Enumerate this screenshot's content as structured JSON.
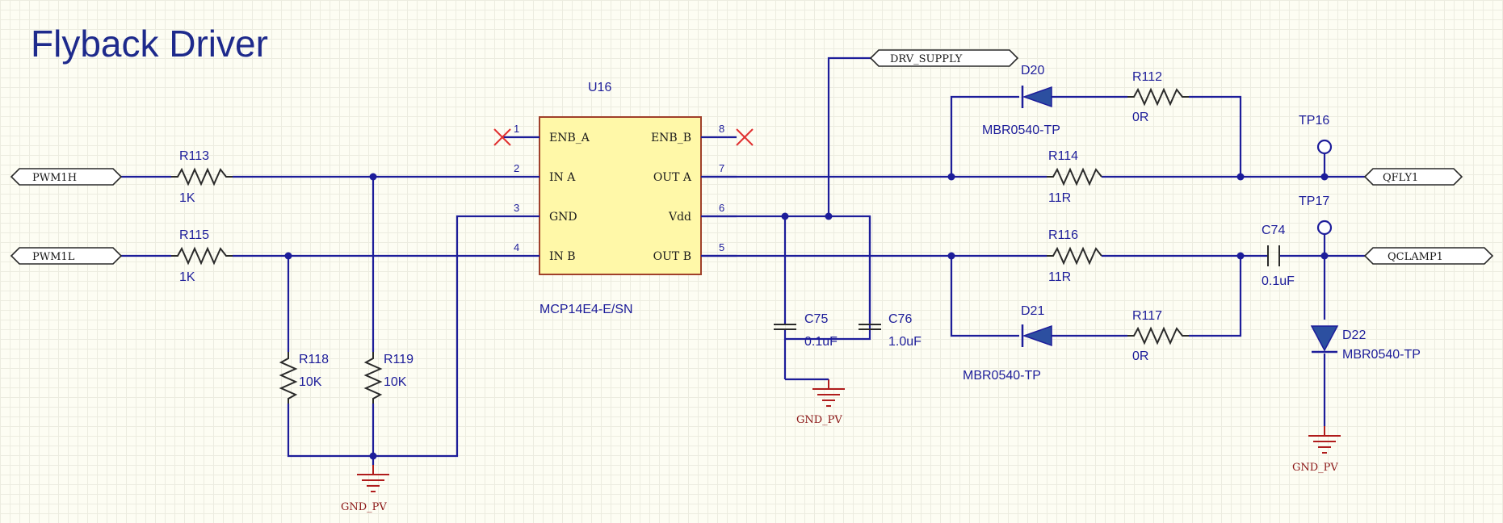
{
  "title": "Flyback Driver",
  "ic": {
    "designator": "U16",
    "part": "MCP14E4-E/SN",
    "pins_left": [
      {
        "num": "1",
        "name": "ENB_A"
      },
      {
        "num": "2",
        "name": "IN A"
      },
      {
        "num": "3",
        "name": "GND"
      },
      {
        "num": "4",
        "name": "IN B"
      }
    ],
    "pins_right": [
      {
        "num": "8",
        "name": "ENB_B"
      },
      {
        "num": "7",
        "name": "OUT A"
      },
      {
        "num": "6",
        "name": "Vdd"
      },
      {
        "num": "5",
        "name": "OUT B"
      }
    ]
  },
  "ports": {
    "pwm1h": "PWM1H",
    "pwm1l": "PWM1L",
    "drv_supply": "DRV_SUPPLY",
    "qfly1": "QFLY1",
    "qclamp1": "QCLAMP1"
  },
  "resistors": {
    "r113": {
      "ref": "R113",
      "value": "1K"
    },
    "r115": {
      "ref": "R115",
      "value": "1K"
    },
    "r118": {
      "ref": "R118",
      "value": "10K"
    },
    "r119": {
      "ref": "R119",
      "value": "10K"
    },
    "r112": {
      "ref": "R112",
      "value": "0R"
    },
    "r114": {
      "ref": "R114",
      "value": "11R"
    },
    "r116": {
      "ref": "R116",
      "value": "11R"
    },
    "r117": {
      "ref": "R117",
      "value": "0R"
    }
  },
  "capacitors": {
    "c74": {
      "ref": "C74",
      "value": "0.1uF"
    },
    "c75": {
      "ref": "C75",
      "value": "0.1uF"
    },
    "c76": {
      "ref": "C76",
      "value": "1.0uF"
    }
  },
  "diodes": {
    "d20": {
      "ref": "D20",
      "part": "MBR0540-TP"
    },
    "d21": {
      "ref": "D21",
      "part": "MBR0540-TP"
    },
    "d22": {
      "ref": "D22",
      "part": "MBR0540-TP"
    }
  },
  "testpoints": {
    "tp16": "TP16",
    "tp17": "TP17"
  },
  "grounds": {
    "gnd_left": "GND_PV",
    "gnd_mid": "GND_PV",
    "gnd_right": "GND_PV"
  },
  "colors": {
    "wire": "#1d1d9a",
    "ic_fill": "#fff8a8",
    "ground": "#b01c1c",
    "no_connect": "#e03030",
    "title": "#1e2a8c"
  }
}
